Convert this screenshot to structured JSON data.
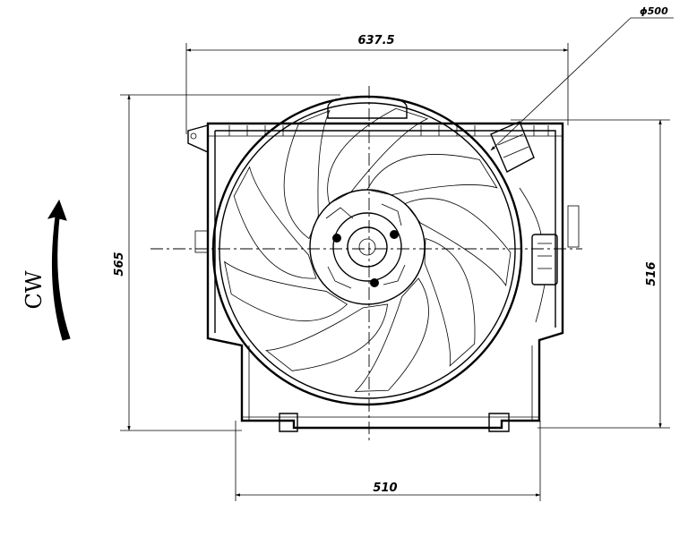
{
  "dimensions": {
    "width_top": "637.5",
    "height_left": "565",
    "height_right": "516",
    "width_bottom": "510",
    "fan_diameter": "ϕ500"
  },
  "rotation": {
    "label": "CW"
  }
}
